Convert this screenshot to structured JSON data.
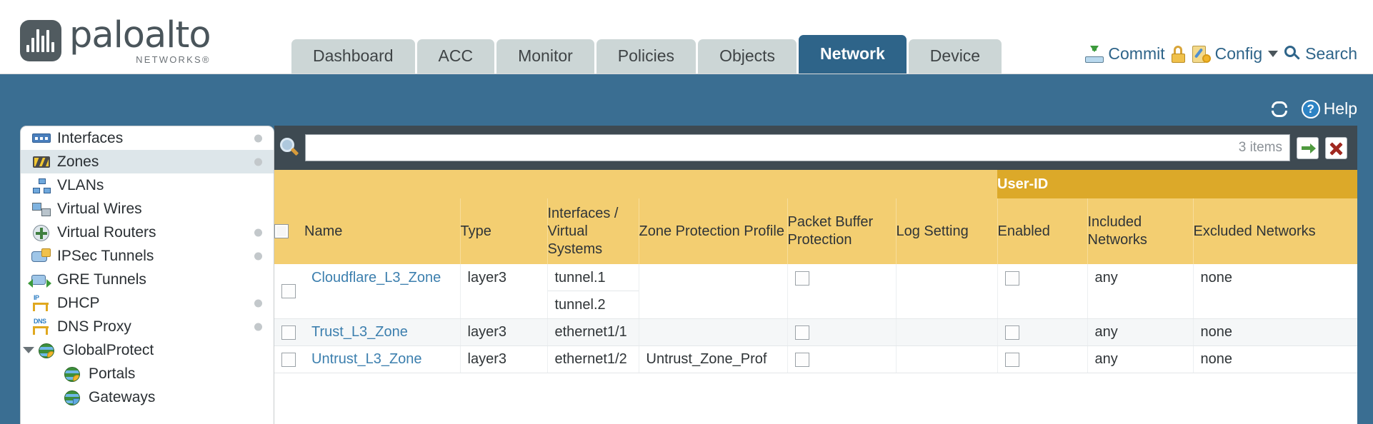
{
  "brand": {
    "name": "paloalto",
    "tagline": "NETWORKS",
    "registered": "®",
    "logo_icon": "paloalto-waveform-logo"
  },
  "nav": {
    "tabs": [
      {
        "label": "Dashboard",
        "active": false
      },
      {
        "label": "ACC",
        "active": false
      },
      {
        "label": "Monitor",
        "active": false
      },
      {
        "label": "Policies",
        "active": false
      },
      {
        "label": "Objects",
        "active": false
      },
      {
        "label": "Network",
        "active": true
      },
      {
        "label": "Device",
        "active": false
      }
    ]
  },
  "utilities": [
    {
      "label": "Commit",
      "icon": "commit-icon"
    },
    {
      "label": "",
      "icon": "lock-open-icon"
    },
    {
      "label": "Config",
      "icon": "config-icon",
      "has_caret": true
    },
    {
      "label": "Search",
      "icon": "search-icon"
    }
  ],
  "subheader": {
    "refresh_icon": "refresh-icon",
    "help_label": "Help",
    "help_icon": "help-question-icon"
  },
  "sidebar": {
    "items": [
      {
        "label": "Interfaces",
        "icon": "interfaces-icon",
        "selected": false,
        "dot": true,
        "child": false,
        "twisty": false
      },
      {
        "label": "Zones",
        "icon": "zones-icon",
        "selected": true,
        "dot": true,
        "child": false,
        "twisty": false
      },
      {
        "label": "VLANs",
        "icon": "vlans-icon",
        "selected": false,
        "dot": false,
        "child": false,
        "twisty": false
      },
      {
        "label": "Virtual Wires",
        "icon": "virtual-wires-icon",
        "selected": false,
        "dot": false,
        "child": false,
        "twisty": false
      },
      {
        "label": "Virtual Routers",
        "icon": "virtual-routers-icon",
        "selected": false,
        "dot": true,
        "child": false,
        "twisty": false
      },
      {
        "label": "IPSec Tunnels",
        "icon": "ipsec-tunnels-icon",
        "selected": false,
        "dot": true,
        "child": false,
        "twisty": false
      },
      {
        "label": "GRE Tunnels",
        "icon": "gre-tunnels-icon",
        "selected": false,
        "dot": false,
        "child": false,
        "twisty": false
      },
      {
        "label": "DHCP",
        "icon": "dhcp-icon",
        "selected": false,
        "dot": true,
        "child": false,
        "twisty": false
      },
      {
        "label": "DNS Proxy",
        "icon": "dns-proxy-icon",
        "selected": false,
        "dot": true,
        "child": false,
        "twisty": false
      },
      {
        "label": "GlobalProtect",
        "icon": "globalprotect-icon",
        "selected": false,
        "dot": false,
        "child": false,
        "twisty": true
      },
      {
        "label": "Portals",
        "icon": "portals-icon",
        "selected": false,
        "dot": false,
        "child": true,
        "twisty": false
      },
      {
        "label": "Gateways",
        "icon": "gateways-icon",
        "selected": false,
        "dot": false,
        "child": true,
        "twisty": false
      }
    ]
  },
  "search": {
    "value": "",
    "placeholder": "",
    "icon": "magnifier-icon",
    "item_count": "3 items",
    "apply_icon": "green-arrow-icon",
    "clear_icon": "red-x-icon"
  },
  "table": {
    "group_header": {
      "label": "User-ID",
      "spans": [
        "Enabled",
        "Included Networks",
        "Excluded Networks"
      ]
    },
    "columns": [
      "Name",
      "Type",
      "Interfaces / Virtual Systems",
      "Zone Protection Profile",
      "Packet Buffer Protection",
      "Log Setting",
      "Enabled",
      "Included Networks",
      "Excluded Networks"
    ],
    "rows": [
      {
        "selected": false,
        "name": "Cloudflare_L3_Zone",
        "type": "layer3",
        "interfaces": [
          "tunnel.1",
          "tunnel.2"
        ],
        "zone_protection_profile": "",
        "packet_buffer_protection": false,
        "log_setting": "",
        "userid_enabled": false,
        "included_networks": "any",
        "excluded_networks": "none"
      },
      {
        "selected": false,
        "name": "Trust_L3_Zone",
        "type": "layer3",
        "interfaces": [
          "ethernet1/1"
        ],
        "zone_protection_profile": "",
        "packet_buffer_protection": false,
        "log_setting": "",
        "userid_enabled": false,
        "included_networks": "any",
        "excluded_networks": "none"
      },
      {
        "selected": false,
        "name": "Untrust_L3_Zone",
        "type": "layer3",
        "interfaces": [
          "ethernet1/2"
        ],
        "zone_protection_profile": "Untrust_Zone_Prof",
        "packet_buffer_protection": false,
        "log_setting": "",
        "userid_enabled": false,
        "included_networks": "any",
        "excluded_networks": "none"
      }
    ]
  },
  "colors": {
    "header_blue": "#3a6e92",
    "tab_active": "#2e6489",
    "tab_inactive": "#ccd6d6",
    "table_header": "#f3ce71",
    "table_group_header": "#dca929",
    "link": "#3c7fae",
    "panel_dark": "#3e4a52"
  }
}
